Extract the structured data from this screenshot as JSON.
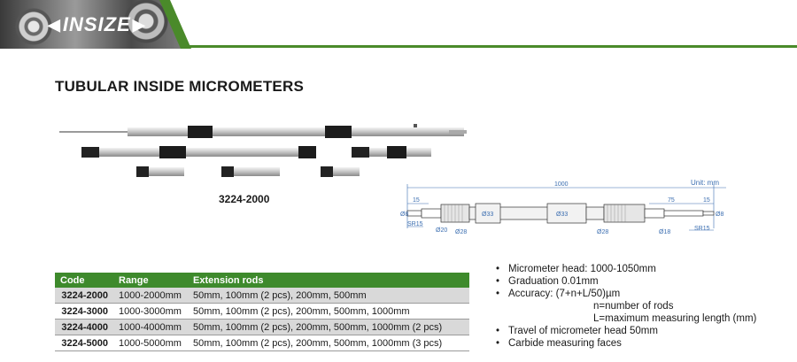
{
  "brand": {
    "logo_text": "INSIZE",
    "accent_color": "#4a8a2a"
  },
  "title": "TUBULAR INSIDE MICROMETERS",
  "photo_caption": "3224-2000",
  "drawing": {
    "unit": "Unit: mm",
    "dims": {
      "total": "1000",
      "left_len": "15",
      "right_len_a": "75",
      "right_len_b": "15",
      "d8_left": "Ø8",
      "d8_right": "Ø8",
      "sr_left": "SR15",
      "sr_right": "SR15",
      "d20": "Ø20",
      "d28a": "Ø28",
      "d33a": "Ø33",
      "d33b": "Ø33",
      "d28b": "Ø28",
      "d18": "Ø18"
    }
  },
  "table": {
    "headers": [
      "Code",
      "Range",
      "Extension rods"
    ],
    "rows": [
      {
        "code": "3224-2000",
        "range": "1000-2000mm",
        "rods": "50mm, 100mm (2 pcs), 200mm, 500mm"
      },
      {
        "code": "3224-3000",
        "range": "1000-3000mm",
        "rods": "50mm, 100mm (2 pcs), 200mm, 500mm, 1000mm"
      },
      {
        "code": "3224-4000",
        "range": "1000-4000mm",
        "rods": "50mm, 100mm (2 pcs), 200mm, 500mm, 1000mm (2 pcs)"
      },
      {
        "code": "3224-5000",
        "range": "1000-5000mm",
        "rods": "50mm, 100mm (2 pcs), 200mm, 500mm, 1000mm (3 pcs)"
      }
    ]
  },
  "features": {
    "bullet": "•",
    "items": [
      "Micrometer head: 1000-1050mm",
      "Graduation 0.01mm",
      "Accuracy: (7+n+L/50)µm",
      "Travel of micrometer head 50mm",
      "Carbide measuring faces"
    ],
    "accuracy_sub": [
      "n=number of rods",
      "L=maximum measuring length (mm)"
    ]
  }
}
